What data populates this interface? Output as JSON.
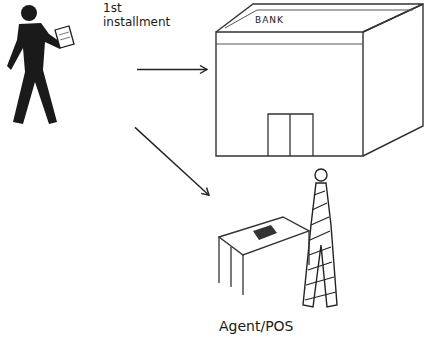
{
  "diagram": {
    "nodes": [
      {
        "text": [
          "1st installment"
        ]
      },
      {
        "text": [
          "BANK"
        ]
      },
      {
        "text": [
          "Agent/POS"
        ]
      }
    ],
    "edges": [
      {
        "from": 0,
        "to": 1,
        "arrow": "to"
      },
      {
        "from": 0,
        "to": 2,
        "arrow": "to"
      }
    ]
  }
}
